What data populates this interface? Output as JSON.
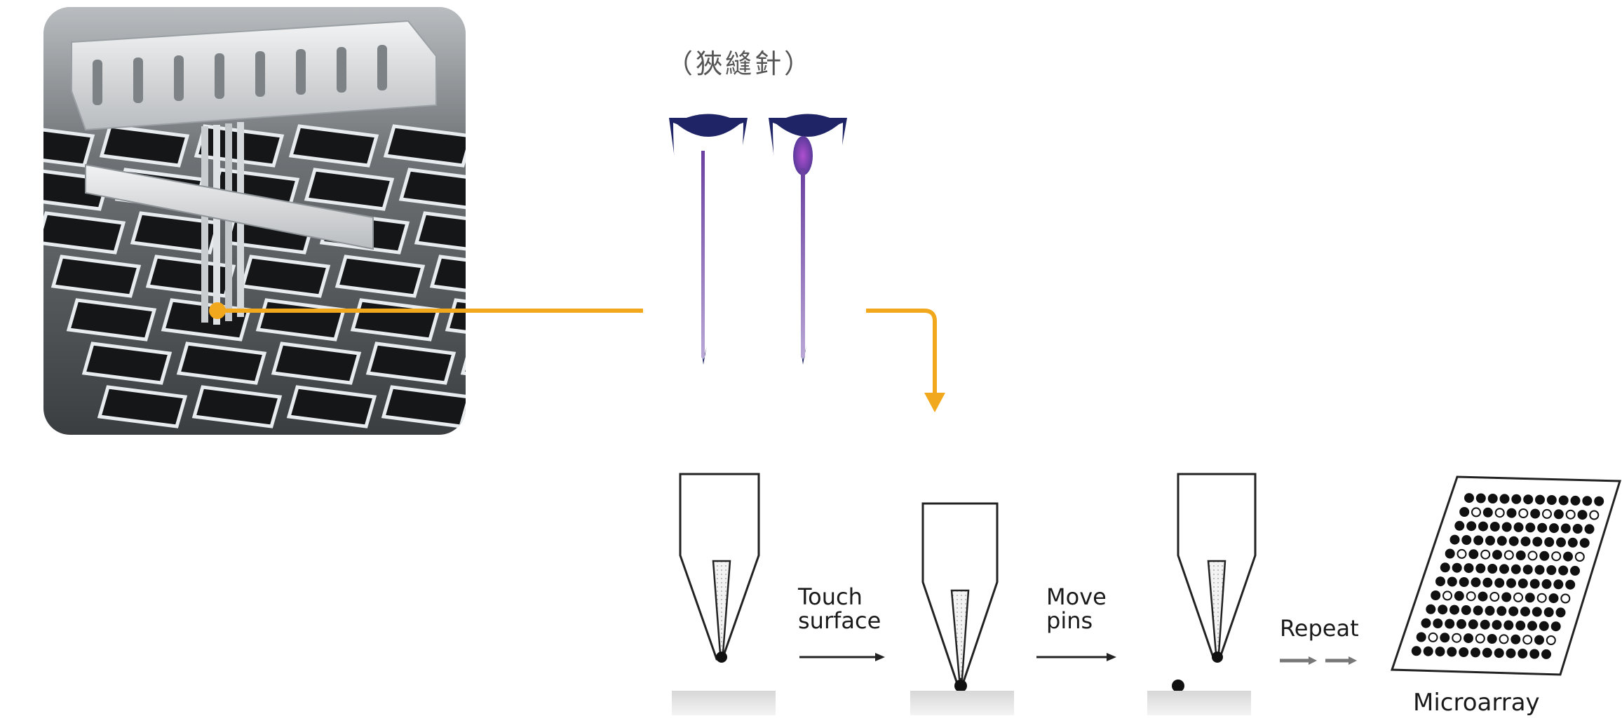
{
  "photo": {
    "icon": "spotting-robot-photo"
  },
  "pin_label": "（狹縫針）",
  "steps": [
    {
      "label_line1": "Touch",
      "label_line2": "surface"
    },
    {
      "label_line1": "Move",
      "label_line2": "pins"
    },
    {
      "label_line1": "Repeat"
    }
  ],
  "result_label": "Microarray",
  "colors": {
    "accent": "#f2a81d",
    "pin_dark": "#1f2466",
    "sample": "#6b3fa0",
    "outline": "#222222"
  },
  "microarray": {
    "rows": 12,
    "cols": 12,
    "open_spot_rows": [
      1,
      4,
      7,
      10
    ]
  }
}
